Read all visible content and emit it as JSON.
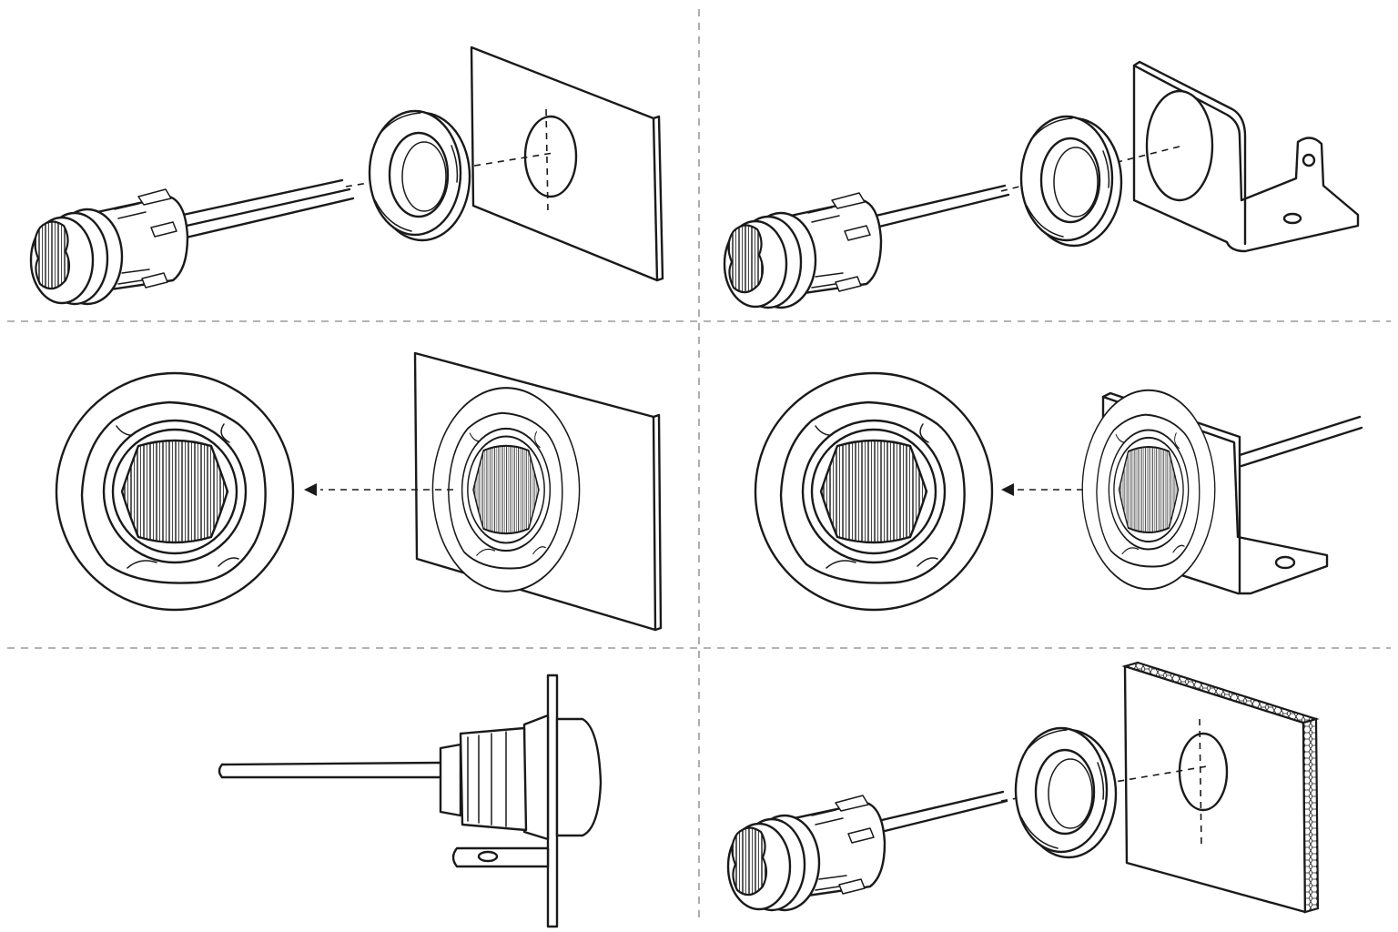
{
  "diagram": {
    "panels": [
      {
        "id": "panel-1",
        "scene": "exploded-panel-mount"
      },
      {
        "id": "panel-2",
        "scene": "exploded-bracket-mount"
      },
      {
        "id": "panel-3",
        "scene": "panel-mounted-front-detail"
      },
      {
        "id": "panel-4",
        "scene": "bracket-mounted-front-detail"
      },
      {
        "id": "panel-5",
        "scene": "bracket-mounted-side-view"
      },
      {
        "id": "panel-6",
        "scene": "exploded-honeycomb-panel-mount"
      }
    ],
    "colors": {
      "line": "#1a1a1a",
      "divider": "#9a9a9a",
      "background": "#ffffff"
    }
  }
}
